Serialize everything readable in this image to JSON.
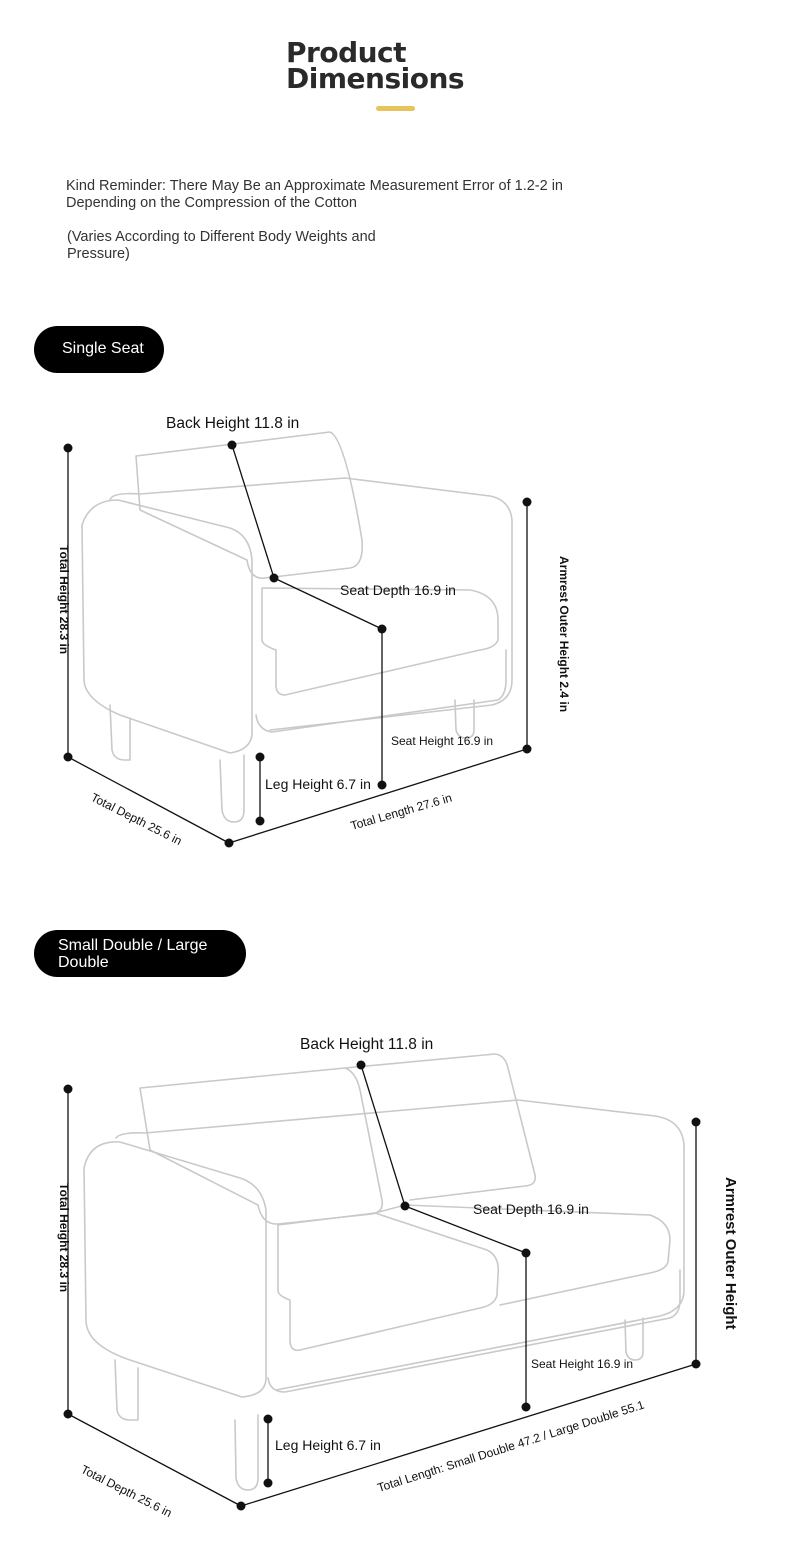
{
  "header": {
    "title_line1": "Product",
    "title_line2": "Dimensions",
    "accent_color": "#e6c35c"
  },
  "reminder": {
    "text": "Kind Reminder: There May Be an Approximate Measurement Error of 1.2-2 in Depending on the Compression of the Cotton",
    "note": "(Varies According to Different Body Weights and Pressure)"
  },
  "single_seat": {
    "badge": "Single Seat",
    "labels": {
      "back_height": "Back Height 11.8 in",
      "seat_depth": "Seat Depth 16.9 in",
      "total_height": "Total Height 28.3 in",
      "armrest_outer_height": "Armrest Outer Height 2.4 in",
      "seat_height": "Seat Height 16.9 in",
      "leg_height": "Leg Height 6.7 in",
      "total_depth": "Total Depth 25.6 in",
      "total_length": "Total Length 27.6 in"
    }
  },
  "double_seat": {
    "badge": "Small Double / Large Double",
    "labels": {
      "back_height": "Back Height 11.8 in",
      "seat_depth": "Seat Depth 16.9 in",
      "total_height": "Total Height 28.3 in",
      "armrest_outer_height": "Armrest Outer Height",
      "seat_height": "Seat Height 16.9 in",
      "leg_height": "Leg Height 6.7 in",
      "total_depth": "Total Depth 25.6 in",
      "total_length": "Total Length: Small Double 47.2 / Large Double 55.1"
    }
  }
}
